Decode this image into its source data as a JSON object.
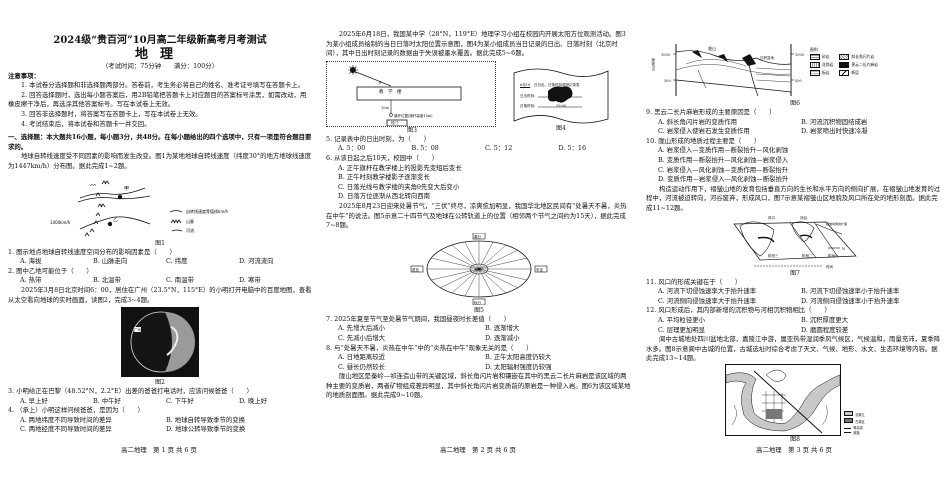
{
  "page1": {
    "title": "2024级“贵百河”10月高二年级新高考月考测试",
    "subject": "地理",
    "meta": "（考试时间：75分钟　　满分：100分）",
    "notice_heading": "注意事项：",
    "notices": [
      "1. 本试卷分选择题和非选择题两部分。答卷前，考生务必将自己的姓名、准考证号填写在答题卡上。",
      "2. 回答选择题时，选出每小题答案后，用2B铅笔把答题卡上对应题目的答案标号涂黑，如需改动，用橡皮擦干净后，再选涂其他答案标号。写在本试卷上无效。",
      "3. 回答非选择题时，将答案写在答题卡上，写在本试卷上无效。",
      "4. 考试结束后，将本试卷和答题卡一并交回。"
    ],
    "section_heading": "一、选择题：本大题共16小题，每小题3分，共48分。在每小题给出的四个选项中，只有一项是符合题目要求的。",
    "intro_1_2": "地球自转线速度受不同因素的影响而发生改变。图1为某地地球自转线速度（纬度30°的地方地球线速度为1447km/h）分布图。据此完成1~2题。",
    "fig1": {
      "caption": "图1",
      "label_jia": "甲",
      "label_yi": "乙",
      "isoline_value": "1400km/h",
      "legend": [
        {
          "symbol": "isoline",
          "label": "自转线速度等值线km/h"
        },
        {
          "symbol": "mountain",
          "label": "山脉"
        },
        {
          "symbol": "river",
          "label": "河流"
        }
      ]
    },
    "q1": {
      "stem": "1. 图示地点地球自转线速度空间分布的影响因素是（　　）",
      "options": [
        "A. 海拔",
        "B. 山脉走向",
        "C. 纬度",
        "D. 河流流向"
      ]
    },
    "q2": {
      "stem": "2. 图中乙地可能位于（　　）",
      "options": [
        "A. 热带",
        "B. 北温带",
        "C. 南温带",
        "D. 寒带"
      ]
    },
    "intro_3_4": "2025年3月8日北京时间6：00，居住在广州（23.5°N，115°E）的小明打开电脑中的百度地图，查看从太空看向地球的实时画面，读图2，完成3~4题。",
    "fig2": {
      "caption": "图2",
      "marker": "广州"
    },
    "q3": {
      "stem": "3. 小明给正在巴黎（48.52°N，2.2°E）出差的爸爸打电话时，应该问候爸爸（　　）",
      "options": [
        "A. 早上好",
        "B. 中午好",
        "C. 下午好",
        "D. 晚上好"
      ]
    },
    "q4": {
      "stem": "4. （承上）小明这样问候爸爸，是因为（　　）",
      "options": [
        "A. 两地纬度不同导致时间的差异",
        "B. 地球自转导致季节的变换",
        "C. 两地经度不同导致时间的差异",
        "D. 地球公转导致季节的变换"
      ]
    },
    "footer": "高二地理　第 1 页 共 6 页"
  },
  "page2": {
    "intro_5_6": "2025年6月18日，我国某中学（28°N，119°E）地理学习小组在校园内开展太阳方位观测活动。图3为某小组成员绘制的当日日落时太阳位置示意图，图4为某小组成员当日记录的日出、日落时刻（北京时间），其中日出时刻记录的数据由于失误被墨水覆盖。据此完成5~6题。",
    "fig3": {
      "caption": "图3",
      "building": "教　学　楼",
      "distance": "10m",
      "pole": "旗杆位置(旗杆高度15m)",
      "gate": "校门",
      "angle": "θ"
    },
    "fig4": {
      "caption": "图4",
      "header_date": "6月18",
      "header_text": "日日出、日落时刻观测记录表",
      "sunrise_label": "日出时刻：",
      "sunset_label": "日落时刻：",
      "sunset_value": "19:00"
    },
    "q5": {
      "stem": "5. 记录表中的日出时刻，为（　　）",
      "options": [
        "A. 5：00",
        "B. 5：08",
        "C. 5：12",
        "D. 5：16"
      ]
    },
    "q6": {
      "stem": "6. 从该日起之后10天，校园中（　　）",
      "options": [
        "A. 正午旗杆在教学楼上的投影先变短后变长",
        "B. 正午时刻教学楼影子逐渐变长",
        "C. 日落光线与教学楼的夹角θ先变大后变小",
        "D. 日落方位逐渐从西北转向西南"
      ]
    },
    "intro_7_8": "2025年8月23日迎来处暑节气，“三伏”终尽，凉爽愈加明显，我国华北地区民间有“处暑天不暑，炎热在中午”的说法。图5示意二十四节气及地球在公转轨道上的位置（相邻两个节气之间约为15天），据此完成7~8题。",
    "fig5": {
      "caption": "图5",
      "center": "太阳",
      "boxed": [
        "春分",
        "夏至",
        "秋分",
        "冬至"
      ],
      "terms_top": [
        "谷雨",
        "清明",
        "春分",
        "惊蛰",
        "雨水",
        "立春"
      ],
      "terms_left": [
        "立夏",
        "小满",
        "芒种",
        "夏至",
        "小暑",
        "大暑",
        "立秋"
      ],
      "terms_right": [
        "大寒",
        "小寒",
        "冬至",
        "大雪",
        "小雪",
        "立冬"
      ],
      "terms_bottom": [
        "处暑",
        "白露",
        "秋分",
        "寒露",
        "霜降"
      ]
    },
    "q7": {
      "stem": "7. 2025年夏至节气至处暑节气期间，我国昼夜时长差值（　　）",
      "options": [
        "A. 先增大后减小",
        "B. 逐渐增大",
        "C. 先减小后增大",
        "D. 逐渐减小"
      ]
    },
    "q8": {
      "stem": "8. 与“处暑天不暑，炎热在中午”中的“炎热在中午”现象无关的是（　　）",
      "options": [
        "A. 日地距离较近",
        "B. 正午太阳高度仍较大",
        "C. 昼长仍然较长",
        "D. 太阳辐射强度仍较强"
      ]
    },
    "intro_9_10": "陇山地区是秦岭—祁连造山带的关键区域，斜长角闪片岩和镶嵌在其中的黑云二长片麻岩是该区域的两种主要的变质岩，两者矿物组成差异明显，其中斜长角闪片岩变质前的原岩是一种侵入岩。图6为该区域某地的地质剖面图。据此完成9~10题。",
    "footer": "高二地理　第 2 页 共 6 页"
  },
  "page3": {
    "fig6": {
      "caption": "图6",
      "y_label": "海拔(m)",
      "ticks": [
        "1000",
        "500"
      ],
      "mountain": "陇山",
      "basin": "沉积盆地",
      "legend_title": "图例",
      "legend": [
        "砂岩",
        "斜长角闪片岩",
        "花岗岩",
        "黑云二长片麻岩",
        "板岩",
        "断层"
      ]
    },
    "q9": {
      "stem": "9. 黑云二长片麻岩形成的主要原因是（　　）",
      "options": [
        "A. 斜长角闪片岩的变质作用",
        "B. 河流沉积物固结成岩",
        "C. 岩浆侵入使岩石发生变质作用",
        "D. 岩浆喷出时快速冷凝"
      ]
    },
    "q10": {
      "stem": "10. 陇山形成的地质过程主要是（　　）",
      "options": [
        "A. 岩浆侵入—变质作用—断裂抬升—风化剥蚀",
        "B. 变质作用—断裂抬升—风化剥蚀—岩浆侵入",
        "C. 岩浆侵入—风化剥蚀—变质作用—断裂抬升",
        "D. 变质作用—岩浆侵入—风化剥蚀—断裂抬升"
      ]
    },
    "intro_11_12": "构造运动作用下，褶皱山地的发育包括垂直方向的生长和水平方向的侧向扩展，在褶皱山地发育的过程中，河流被迫转向，河谷废弃，形成风口，图7示意某褶皱山区地貌及风口所在处的地形剖面。据此完成11~12题。",
    "fig7": {
      "caption": "图7",
      "labels": [
        "风口",
        "河谷",
        "褶皱向侧向扩展"
      ],
      "stages": [
        "阶段三",
        "阶段二",
        "阶段一"
      ],
      "north": "N",
      "time": "时间"
    },
    "q11": {
      "stem": "11. 风口的形成关键在于（　　）",
      "options": [
        "A. 河流下切侵蚀速率大于抬升速率",
        "B. 河流下切侵蚀速率小于抬升速率",
        "C. 河流侧向侵蚀速率大于抬升速率",
        "D. 河流侧向侵蚀速率小于抬升速率"
      ]
    },
    "q12": {
      "stem": "12. 风口形成后，其内部新增的沉积物与河相沉积物相比（　　）",
      "options": [
        "A. 平均粒径更小",
        "B. 沉积厚度更大",
        "C. 层理更加明显",
        "D. 磨圆程度较差"
      ]
    },
    "intro_13_14": "阆中古城地处四川盆地北部，嘉陵江中游，属亚热带湿润季风气候区，气候温和，雨量充沛，夏季降水多。图8示意阆中古城的位置，古城选址时综合考虑了天文、气候、地形、水文、生态环境等内容。据此完成13~14题。",
    "fig8": {
      "caption": "图8",
      "legend": [
        "嘉陵江",
        "古城区",
        "等高线",
        "道路"
      ]
    },
    "footer": "高二地理　第 3 页 共 6 页"
  }
}
